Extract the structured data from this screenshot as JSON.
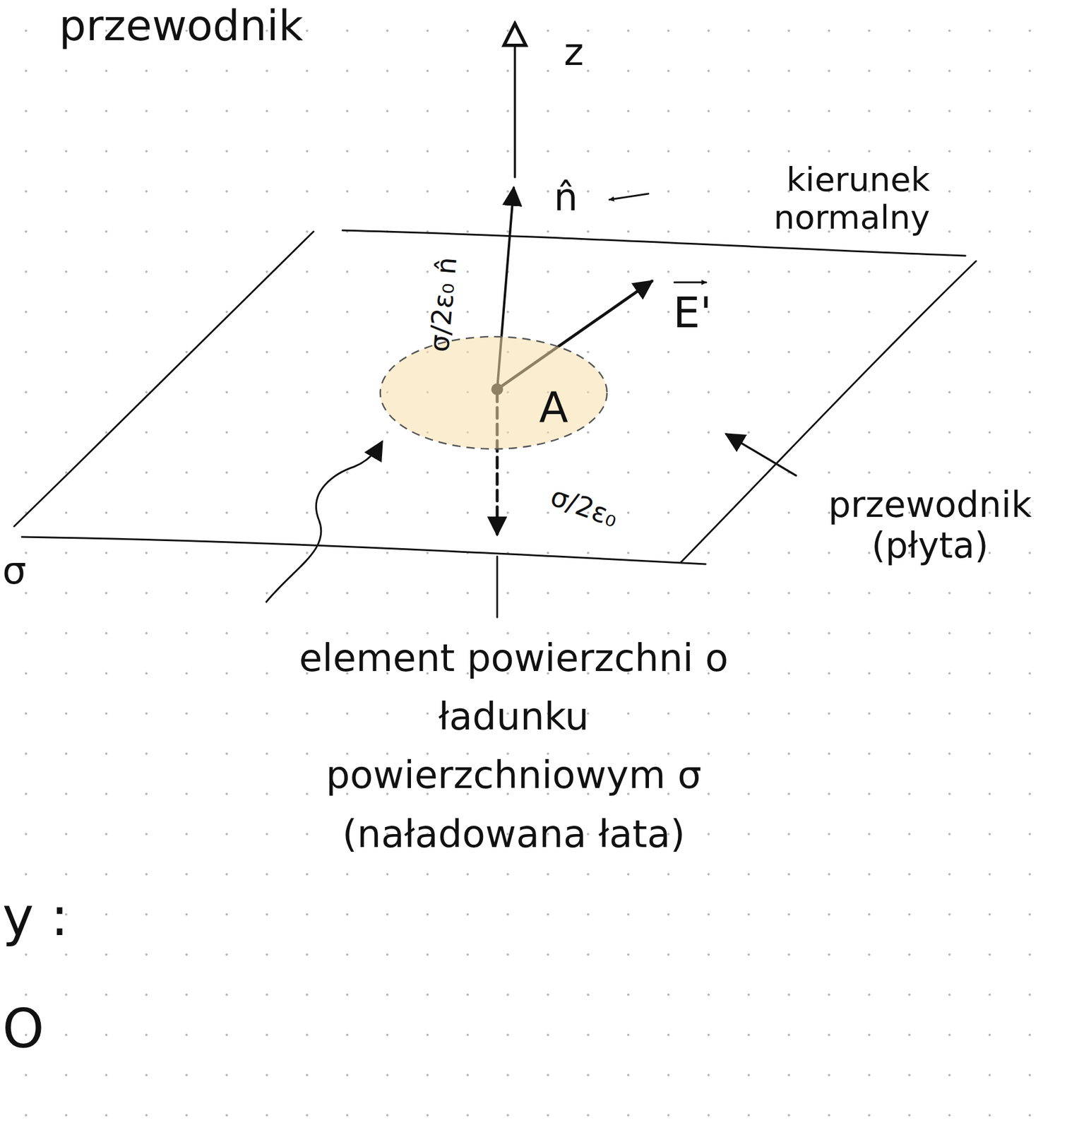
{
  "diagram": {
    "nodes": [
      {
        "text": [
          "A"
        ]
      }
    ],
    "labels": [
      "przewodnik",
      "z",
      "n̂",
      "kierunek normalny",
      "σ/2ε₀ n̂",
      "E'",
      "σ/2ε₀",
      "przewodnik (płyta)",
      "element powierzchni o ładunku powierzchniowym σ (naładowana łata)",
      "σ",
      "y :",
      "O"
    ]
  }
}
